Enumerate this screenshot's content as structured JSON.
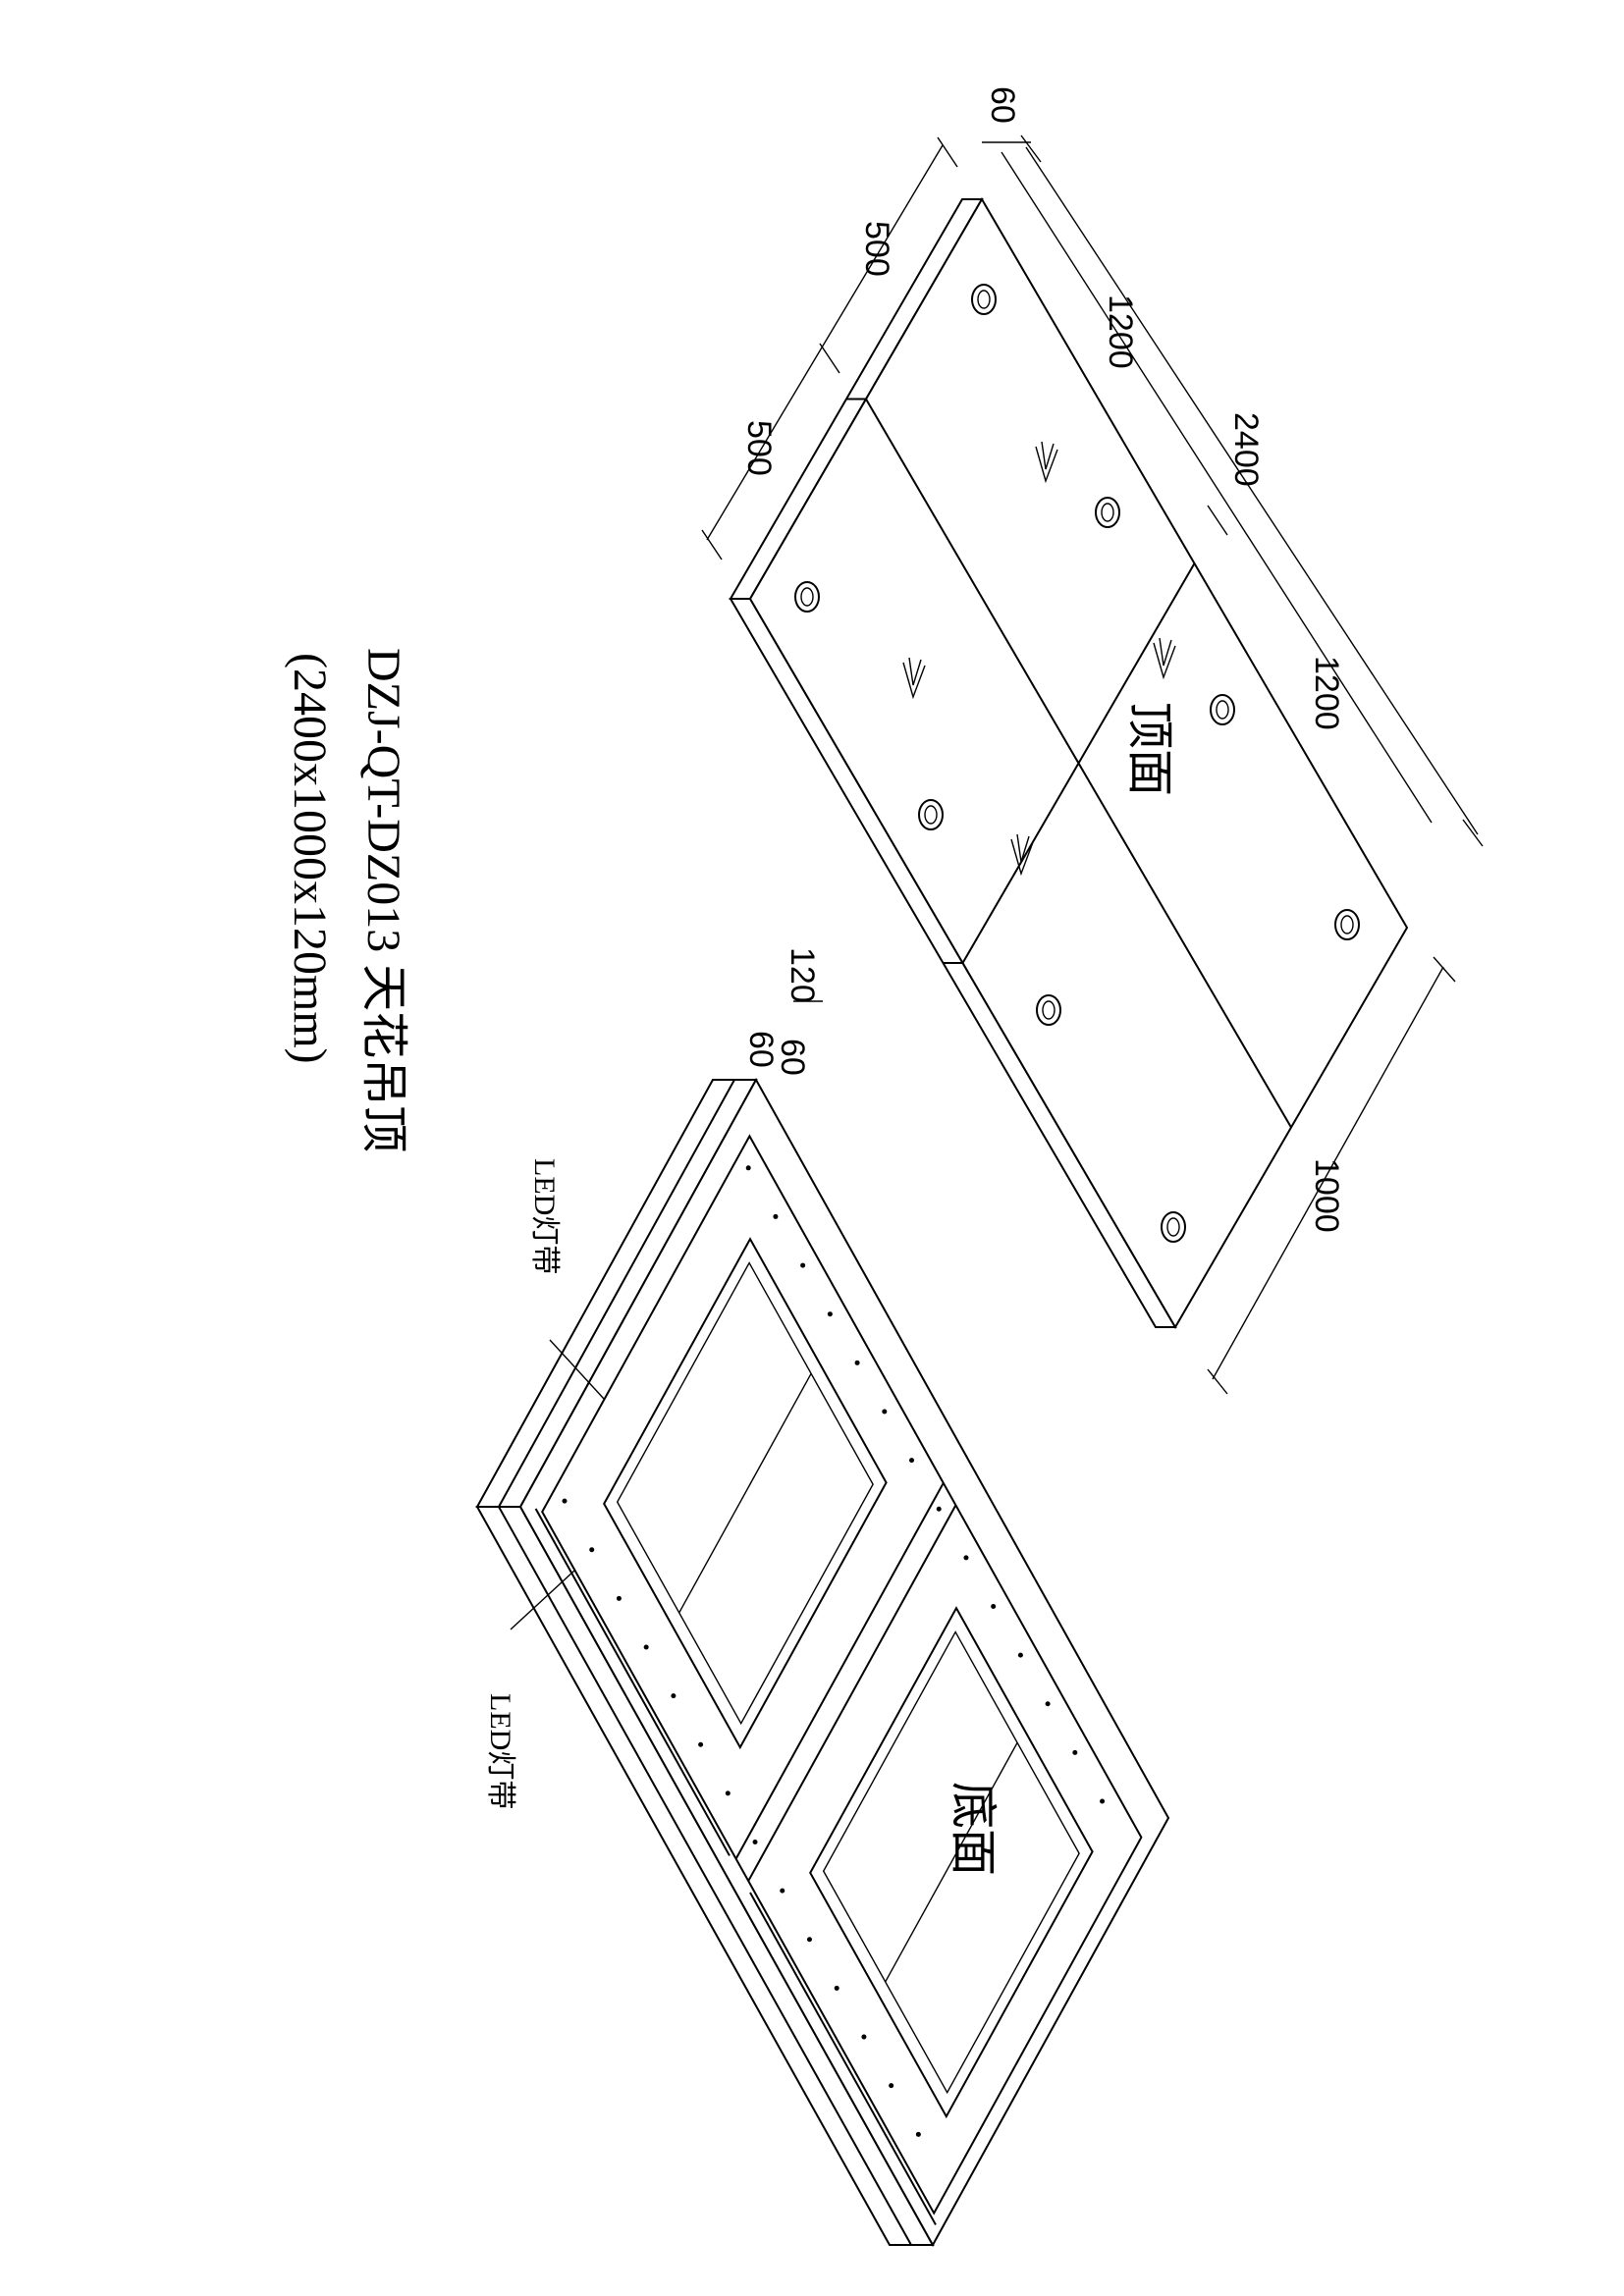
{
  "title": {
    "code_name": "DZJ-QT-DZ013 天花吊顶",
    "size": "(2400x1000x120mm)"
  },
  "top_view": {
    "label": "顶面",
    "dimensions": {
      "thickness": "60",
      "width_a": "500",
      "width_b": "500",
      "length_a": "1200",
      "length_total": "2400",
      "length_b": "1200",
      "width_total": "1000"
    }
  },
  "bottom_view": {
    "label": "底面",
    "dimensions": {
      "height": "120",
      "layer_a": "60",
      "layer_b": "60"
    },
    "callouts": [
      "LED灯带",
      "LED灯带"
    ]
  }
}
